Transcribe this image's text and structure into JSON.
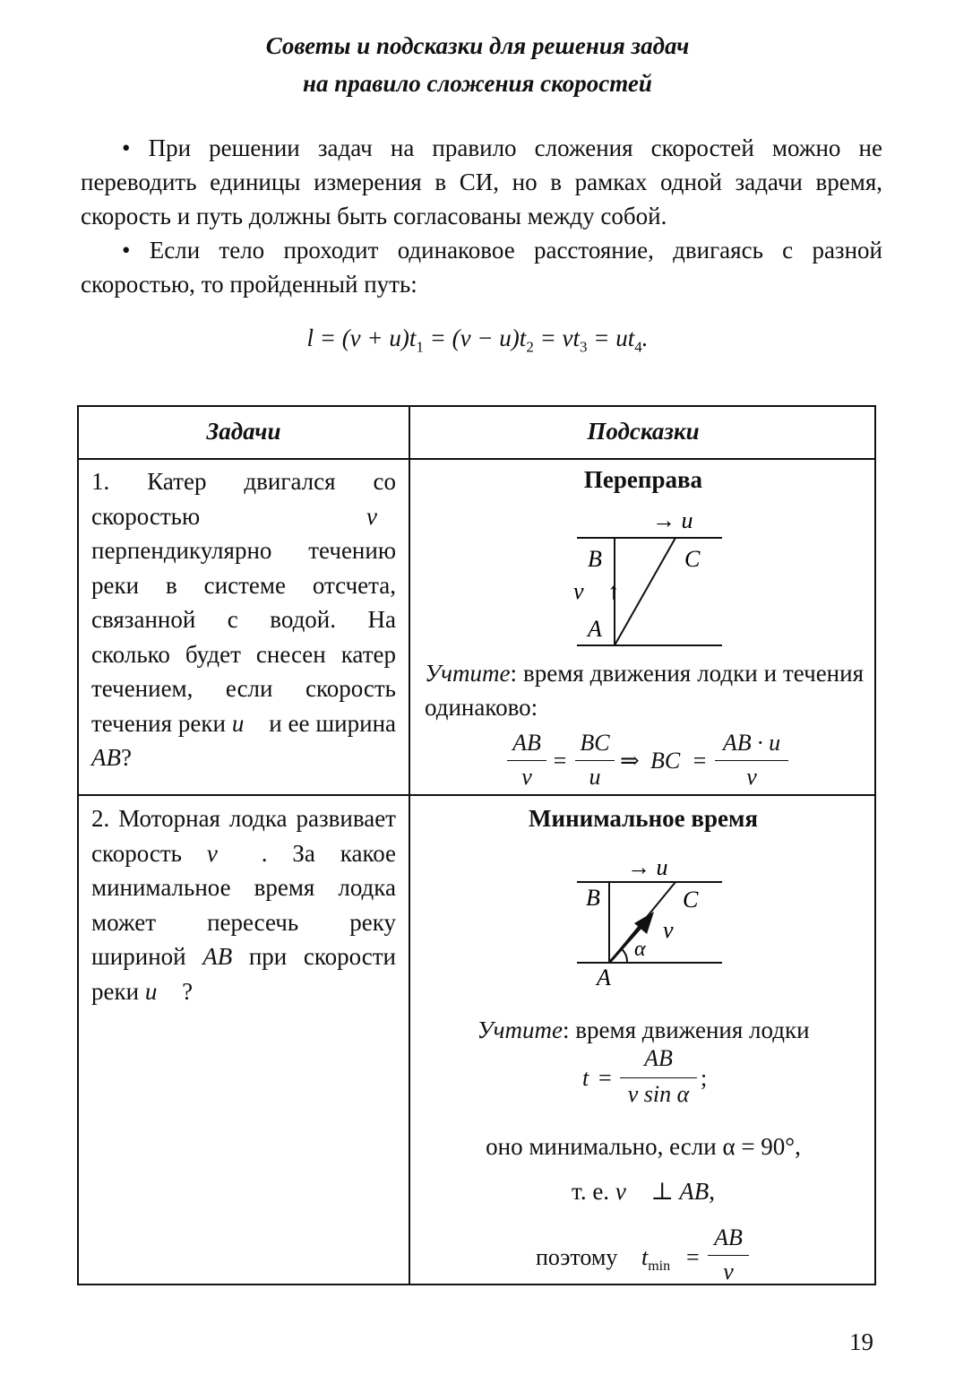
{
  "title": {
    "line1": "Советы и подсказки для решения задач",
    "line2": "на правило сложения скоростей"
  },
  "intro": {
    "p1": "• При решении задач на правило сложения скоростей можно не переводить единицы измерения в СИ, но в рамках одной задачи время, скорость и путь должны быть согласованы между собой.",
    "p2": "• Если тело проходит одинаковое расстояние, двигаясь с разной скоростью, то пройденный путь:"
  },
  "table": {
    "header_tasks": "Задачи",
    "header_hints": "Подсказки",
    "row1": {
      "task_a": "1. Катер двигался со скоростью ",
      "task_v": "v⃗",
      "task_b": " перпендикулярно течению реки в системе отсчета, связанной с водой. На сколько будет снесен катер течением, если скорость течения реки ",
      "task_u": "u⃗",
      "task_c": " и ее ширина ",
      "task_ab": "AB",
      "task_end": "?",
      "hint_title": "Переправа",
      "note_label": "Учтите",
      "note_text": ": время движения лодки и течения одинаково:",
      "frac1_num": "AB",
      "frac1_den": "v",
      "frac2_num": "BC",
      "frac2_den": "u",
      "frac3_lhs": "BC",
      "frac3_num": "AB · u",
      "frac3_den": "v"
    },
    "row2": {
      "task_a": "2. Моторная лодка развивает скорость ",
      "task_v": "v⃗",
      "task_b": " . За какое минимальное время лодка может пересечь реку шириной ",
      "task_ab": "AB",
      "task_c": " при скорости реки ",
      "task_u": "u⃗",
      "task_end": " ?",
      "hint_title": "Минимальное время",
      "note_label": "Учтите",
      "note_text": ": время движения лодки",
      "t_lhs": "t",
      "t_num": "AB",
      "t_den": "v sin α",
      "t_end": ";",
      "min_text": "оно минимально, если",
      "min_cond": "α = 90°",
      "min_end": ",",
      "ie_text": "т. е.",
      "ie_cond": "v⃗ ⊥ AB",
      "ie_end": ",",
      "so_text": "поэтому",
      "tmin_t": "t",
      "tmin_sub": "min",
      "tmin_num": "AB",
      "tmin_den": "v"
    }
  },
  "diagram1": {
    "u": "→ u⃗",
    "B": "B",
    "C": "C",
    "v": "v⃗ ↑",
    "A": "A"
  },
  "diagram2": {
    "u": "→ u⃗",
    "B": "B",
    "C": "C",
    "v": "v⃗",
    "alpha": "α",
    "A": "A"
  },
  "page_number": "19"
}
